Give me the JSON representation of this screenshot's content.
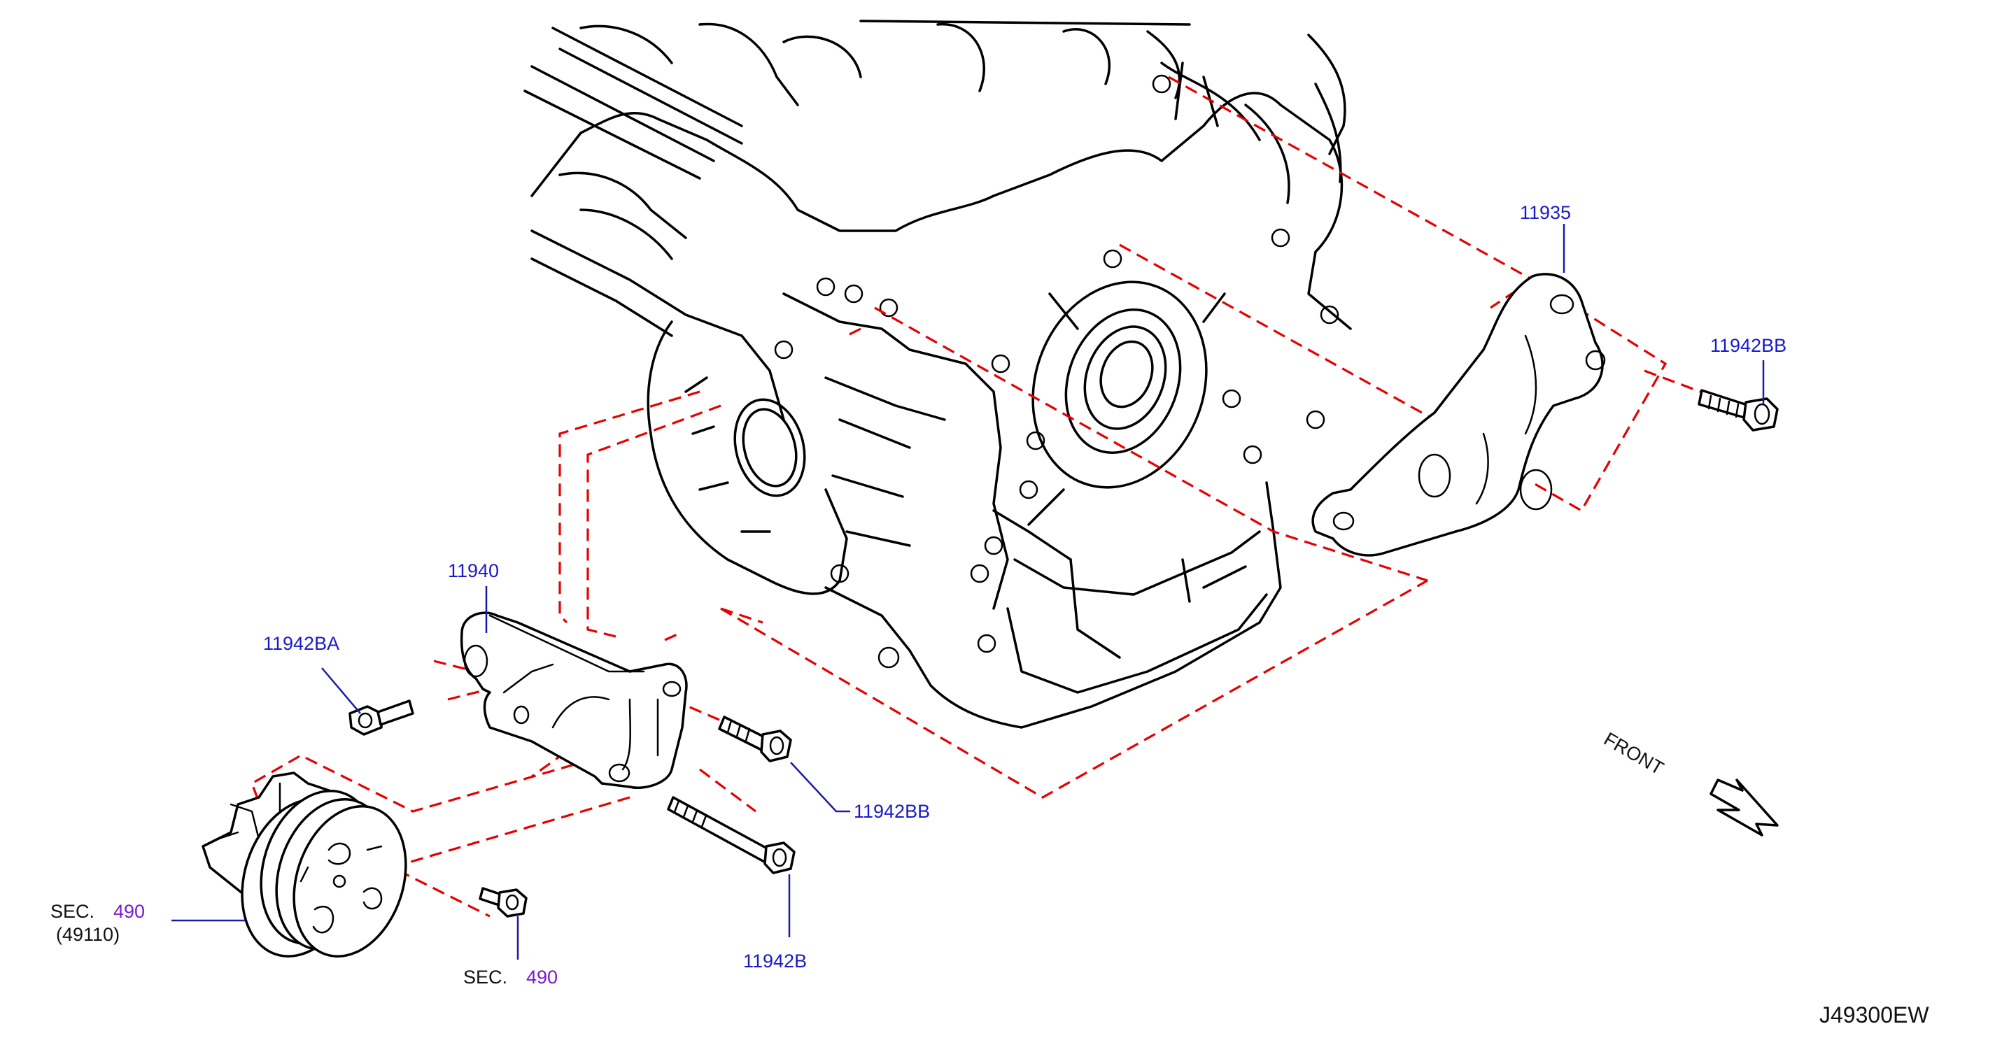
{
  "colors": {
    "part_number": "#1a1acc",
    "section_ref": "#7a1ad6",
    "outline": "#000000",
    "dashed_guide": "#e60000"
  },
  "labels": {
    "bracket_rear": "11935",
    "bolt_rear": "11942BB",
    "bracket_front": "11940",
    "bolt_front_left": "11942BA",
    "bolt_front_mid": "11942BB",
    "bolt_long": "11942B",
    "sec_prefix_pump": "SEC.",
    "sec_number_pump": "490",
    "pump_part_number": "(49110)",
    "sec_prefix_bolt": "SEC.",
    "sec_number_bolt": "490"
  },
  "direction_label": "FRONT",
  "diagram_code": "J49300EW"
}
